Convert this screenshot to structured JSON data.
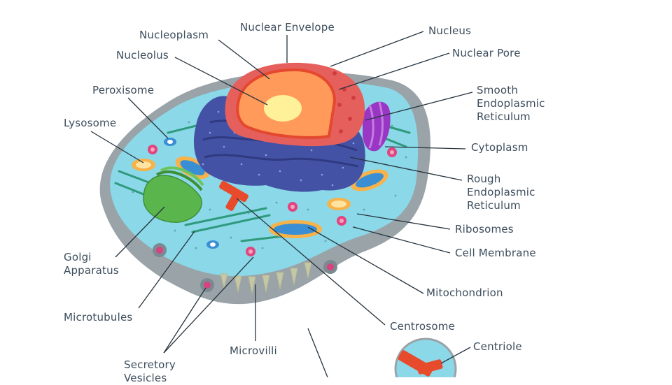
{
  "colors": {
    "label_text": "#3d4d5c",
    "leader_line": "#26343f",
    "membrane_outer": "#9aa3a8",
    "cytoplasm": "#8ad8e8",
    "rough_er": "#4452a6",
    "smooth_er": "#9a36c4",
    "nucleus_outer": "#e5605d",
    "nucleoplasm": "#ff9a5a",
    "nucleolus": "#fff19a",
    "golgi": "#5bb54d",
    "mitochondrion": "#f7b24a",
    "centrosome": "#e84b2c",
    "vesicle": "#e0457f",
    "peroxisome": "#3a8fd4"
  },
  "labels": {
    "nucleoplasm": "Nucleoplasm",
    "nuclear_envelope": "Nuclear Envelope",
    "nucleus": "Nucleus",
    "nucleolus": "Nucleolus",
    "nuclear_pore": "Nuclear Pore",
    "peroxisome": "Peroxisome",
    "smooth_er": "Smooth\nEndoplasmic\nReticulum",
    "lysosome": "Lysosome",
    "cytoplasm": "Cytoplasm",
    "rough_er": "Rough\nEndoplasmic\nReticulum",
    "ribosomes": "Ribosomes",
    "cell_membrane": "Cell Membrane",
    "golgi": "Golgi\nApparatus",
    "mitochondrion": "Mitochondrion",
    "microtubules": "Microtubules",
    "centrosome": "Centrosome",
    "microvilli": "Microvilli",
    "centriole": "Centriole",
    "secretory_vesicles": "Secretory\nVesicles"
  }
}
